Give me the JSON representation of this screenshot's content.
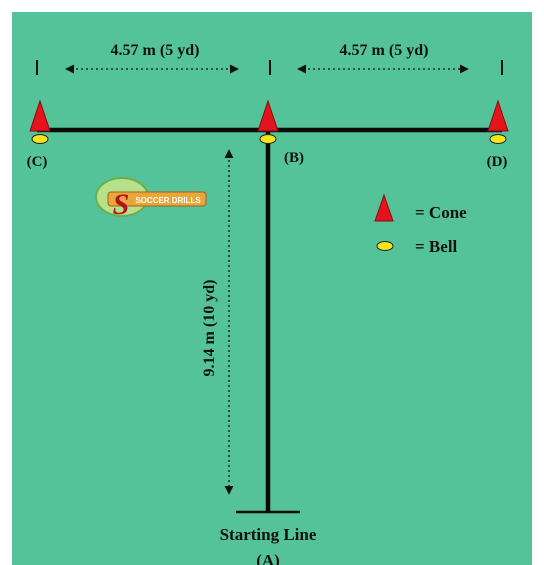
{
  "diagram": {
    "background_color": "#55c39a",
    "line_color": "#0a0a0a",
    "cone_color": "#e4141c",
    "bell_color": "#f4e61a",
    "distances": {
      "left_span": "4.57 m (5 yd)",
      "right_span": "4.57 m (5 yd)",
      "vertical_span": "9.14 m (10 yd)"
    },
    "points": {
      "cone_left_label": "(C)",
      "cone_center_label": "(B)",
      "cone_right_label": "(D)",
      "start_label": "Starting Line",
      "start_point_label": "(A)"
    },
    "legend": {
      "cone_text": "= Cone",
      "bell_text": "= Bell"
    },
    "watermark": {
      "letter": "S",
      "text": "SOCCER DRILLS"
    }
  }
}
